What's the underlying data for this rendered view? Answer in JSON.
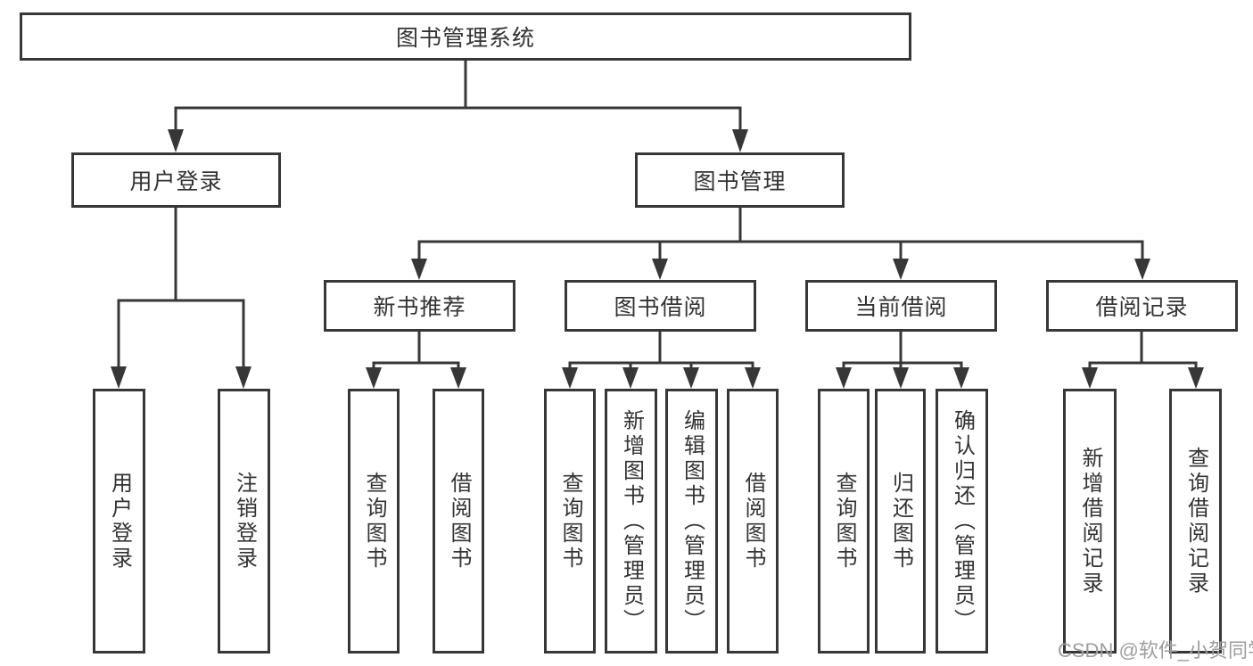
{
  "diagram": {
    "root": {
      "label": "图书管理系统"
    },
    "branches": [
      {
        "label": "用户登录",
        "children": [
          {
            "label": "用户登录"
          },
          {
            "label": "注销登录"
          }
        ]
      },
      {
        "label": "图书管理",
        "children": [
          {
            "label": "新书推荐",
            "children": [
              {
                "label": "查询图书"
              },
              {
                "label": "借阅图书"
              }
            ]
          },
          {
            "label": "图书借阅",
            "children": [
              {
                "label": "查询图书"
              },
              {
                "label": "新增图书（管理员）"
              },
              {
                "label": "编辑图书（管理员）"
              },
              {
                "label": "借阅图书"
              }
            ]
          },
          {
            "label": "当前借阅",
            "children": [
              {
                "label": "查询图书"
              },
              {
                "label": "归还图书"
              },
              {
                "label": "确认归还（管理员）"
              }
            ]
          },
          {
            "label": "借阅记录",
            "children": [
              {
                "label": "新增借阅记录"
              },
              {
                "label": "查询借阅记录"
              }
            ]
          }
        ]
      }
    ]
  },
  "watermark": "CSDN @软件_小贺同学",
  "colors": {
    "line": "#373737",
    "text": "#333333",
    "watermark": "#9e9e9e",
    "background": "#ffffff"
  }
}
